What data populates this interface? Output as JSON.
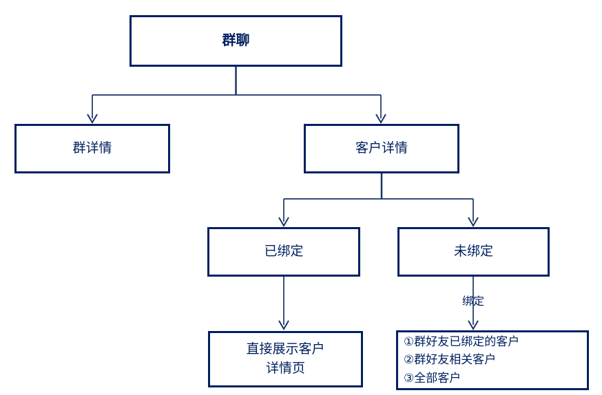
{
  "diagram": {
    "type": "flowchart",
    "nodes": {
      "root": {
        "label": "群聊"
      },
      "group_detail": {
        "label": "群详情"
      },
      "customer_detail": {
        "label": "客户详情"
      },
      "bound": {
        "label": "已绑定"
      },
      "unbound": {
        "label": "未绑定"
      },
      "show_detail": {
        "lines": [
          "直接展示客户",
          "详情页"
        ]
      },
      "bind_options": {
        "lines": [
          "①群好友已绑定的客户",
          "②群好友相关客户",
          "③全部客户"
        ]
      }
    },
    "edge_labels": {
      "bind": "绑定"
    },
    "colors": {
      "border": "#002060",
      "line": "#1a3368",
      "text": "#002060",
      "background": "#ffffff"
    }
  }
}
